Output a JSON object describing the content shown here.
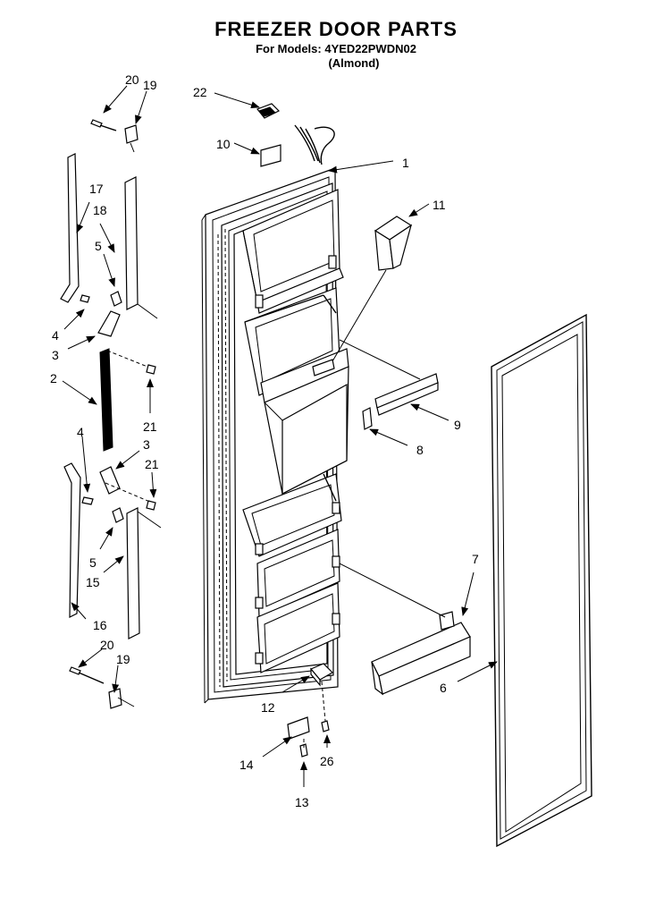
{
  "header": {
    "title": "FREEZER DOOR PARTS",
    "model_line": "For Models: 4YED22PWDN02",
    "color_line": "(Almond)"
  },
  "callouts": {
    "c1": "1",
    "c2": "2",
    "c3a": "3",
    "c3b": "3",
    "c4a": "4",
    "c4b": "4",
    "c5a": "5",
    "c5b": "5",
    "c6": "6",
    "c7": "7",
    "c8": "8",
    "c9": "9",
    "c10": "10",
    "c11": "11",
    "c12": "12",
    "c13": "13",
    "c14": "14",
    "c15": "15",
    "c16": "16",
    "c17": "17",
    "c18": "18",
    "c19a": "19",
    "c19b": "19",
    "c20a": "20",
    "c20b": "20",
    "c21a": "21",
    "c21b": "21",
    "c22": "22",
    "c26": "26"
  }
}
